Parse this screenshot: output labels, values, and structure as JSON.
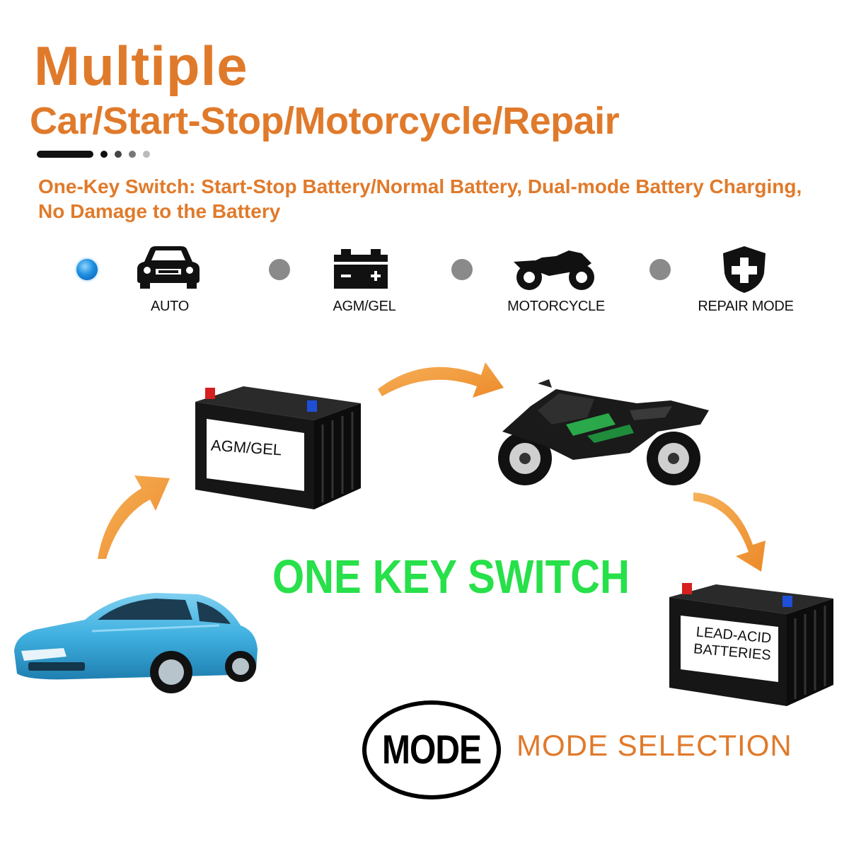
{
  "header": {
    "title_line1": "Multiple",
    "title_line2": "Car/Start-Stop/Motorcycle/Repair",
    "subtitle": "One-Key Switch: Start-Stop Battery/Normal Battery, Dual-mode Battery Charging, No Damage to the Battery"
  },
  "modes": [
    {
      "label": "AUTO",
      "icon": "car-front-icon",
      "active": true
    },
    {
      "label": "AGM/GEL",
      "icon": "battery-icon",
      "active": false
    },
    {
      "label": "MOTORCYCLE",
      "icon": "motorcycle-icon",
      "active": false
    },
    {
      "label": "REPAIR MODE",
      "icon": "shield-plus-icon",
      "active": false
    }
  ],
  "cycle": {
    "battery_agm_label": "AGM/GEL",
    "battery_lead_label_line1": "LEAD-ACID",
    "battery_lead_label_line2": "BATTERIES",
    "center_text": "ONE KEY SWITCH"
  },
  "footer": {
    "button_label": "MODE",
    "selection_text": "MODE SELECTION"
  },
  "colors": {
    "accent_orange": "#e07a2b",
    "switch_green": "#27e04a",
    "active_blue": "#1f8fe0",
    "car_blue": "#3fb0e0"
  }
}
